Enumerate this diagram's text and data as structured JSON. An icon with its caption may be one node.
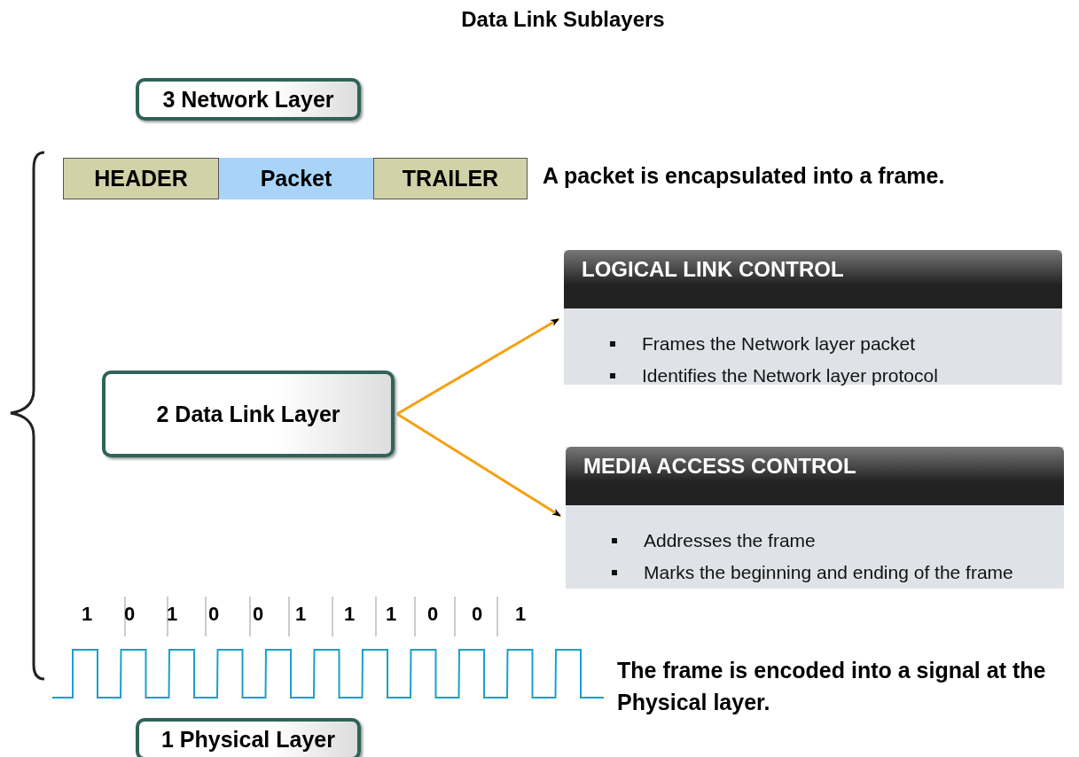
{
  "diagram": {
    "title": "Data Link Sublayers",
    "nodes": [
      {
        "text": [
          "3 Network Layer"
        ]
      },
      {
        "text": [
          "HEADER"
        ]
      },
      {
        "text": [
          "Packet"
        ]
      },
      {
        "text": [
          "TRAILER"
        ]
      },
      {
        "text": [
          "2 Data Link Layer"
        ]
      },
      {
        "text": [
          "LOGICAL LINK CONTROL",
          "Frames the Network layer packet",
          "Identifies the Network layer protocol"
        ]
      },
      {
        "text": [
          "MEDIA ACCESS CONTROL",
          "Addresses the frame",
          "Marks the beginning and ending of the frame"
        ]
      },
      {
        "text": [
          "1 Physical Layer"
        ]
      }
    ],
    "edges": [
      {
        "from": 4,
        "to": 5,
        "arrow": "to"
      },
      {
        "from": 4,
        "to": 6,
        "arrow": "to"
      }
    ],
    "labels": [
      "A packet is encapsulated into a frame.",
      "1",
      "0",
      "1",
      "0",
      "0",
      "1",
      "1",
      "1",
      "0",
      "0",
      "1",
      "The frame is encoded into a signal at the Physical layer."
    ]
  }
}
